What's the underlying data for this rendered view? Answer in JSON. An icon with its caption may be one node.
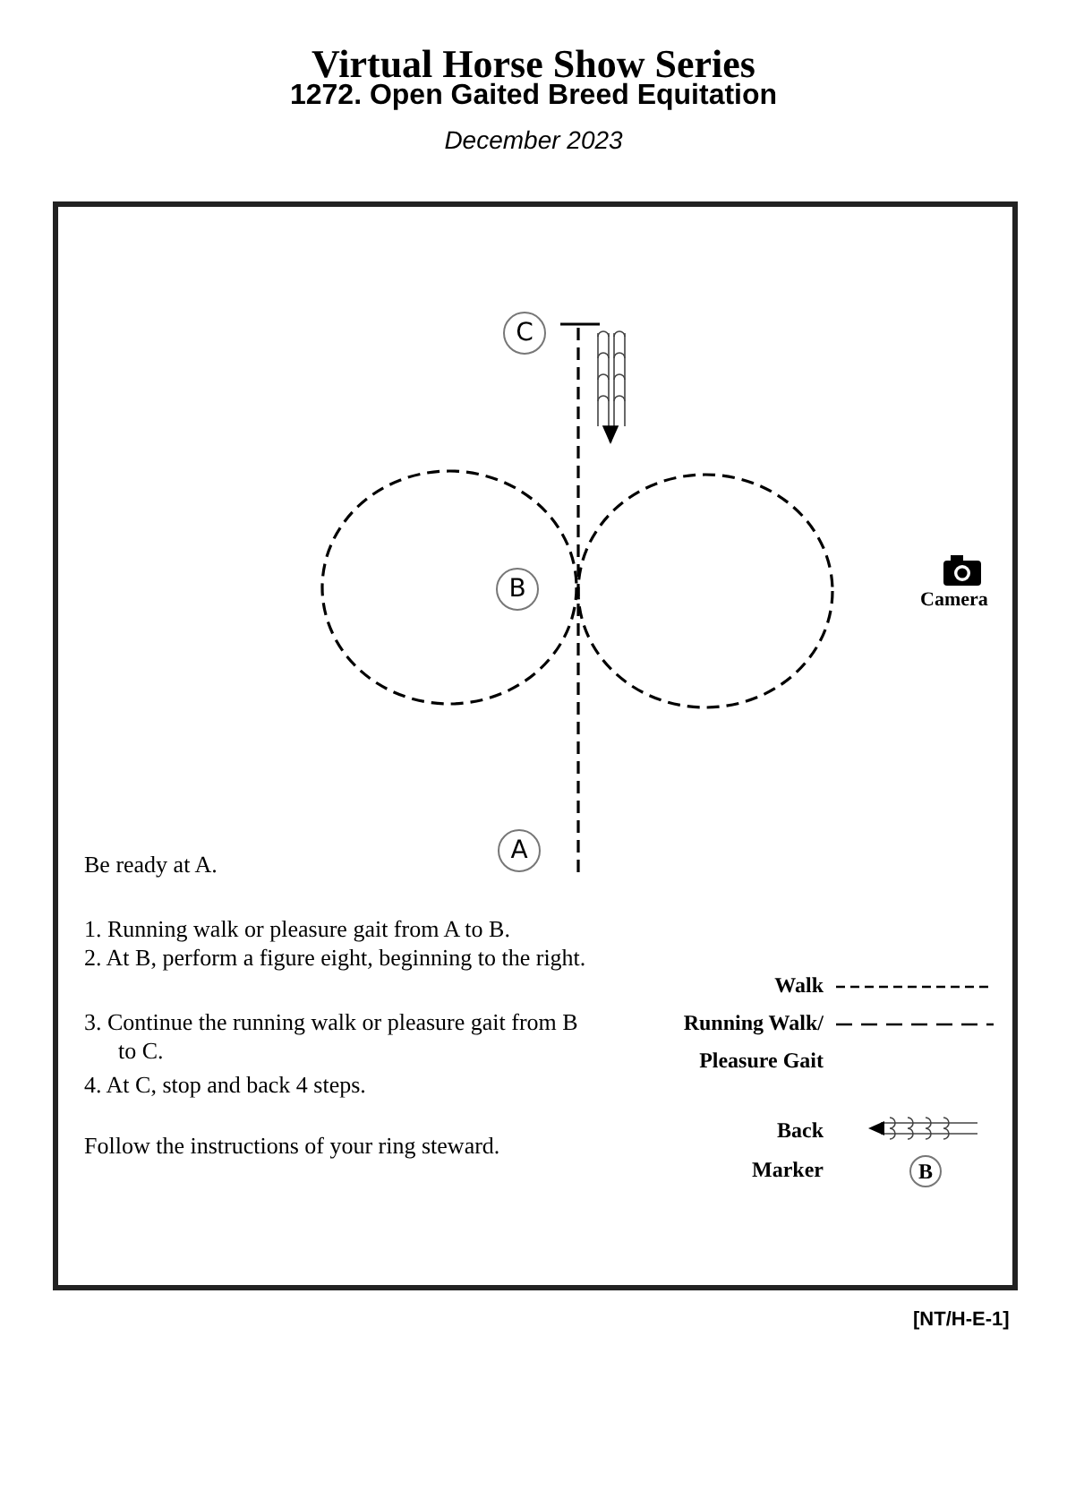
{
  "diagram": {
    "title": "Virtual Horse Show Series",
    "nodes": [
      {
        "text": [
          "C"
        ]
      },
      {
        "text": [
          "B"
        ]
      },
      {
        "text": [
          "A"
        ]
      },
      {
        "text": [
          "B"
        ]
      }
    ],
    "labels": [
      "1272. Open Gaited Breed Equitation",
      "December 2023",
      "Camera",
      "Be ready at A.",
      "1. Running walk or pleasure gait from A to B.",
      "2. At B, perform a figure eight, beginning to the right.",
      "3. Continue the running walk or pleasure gait from B to C.",
      "4. At C, stop and back 4 steps.",
      "Follow the instructions of your ring steward.",
      "[NT/H-E-1]"
    ],
    "legend": [
      {
        "text": "Walk"
      },
      {
        "text": "Running Walk/ Pleasure Gait"
      },
      {
        "text": "Back"
      },
      {
        "text": "Marker"
      }
    ]
  }
}
